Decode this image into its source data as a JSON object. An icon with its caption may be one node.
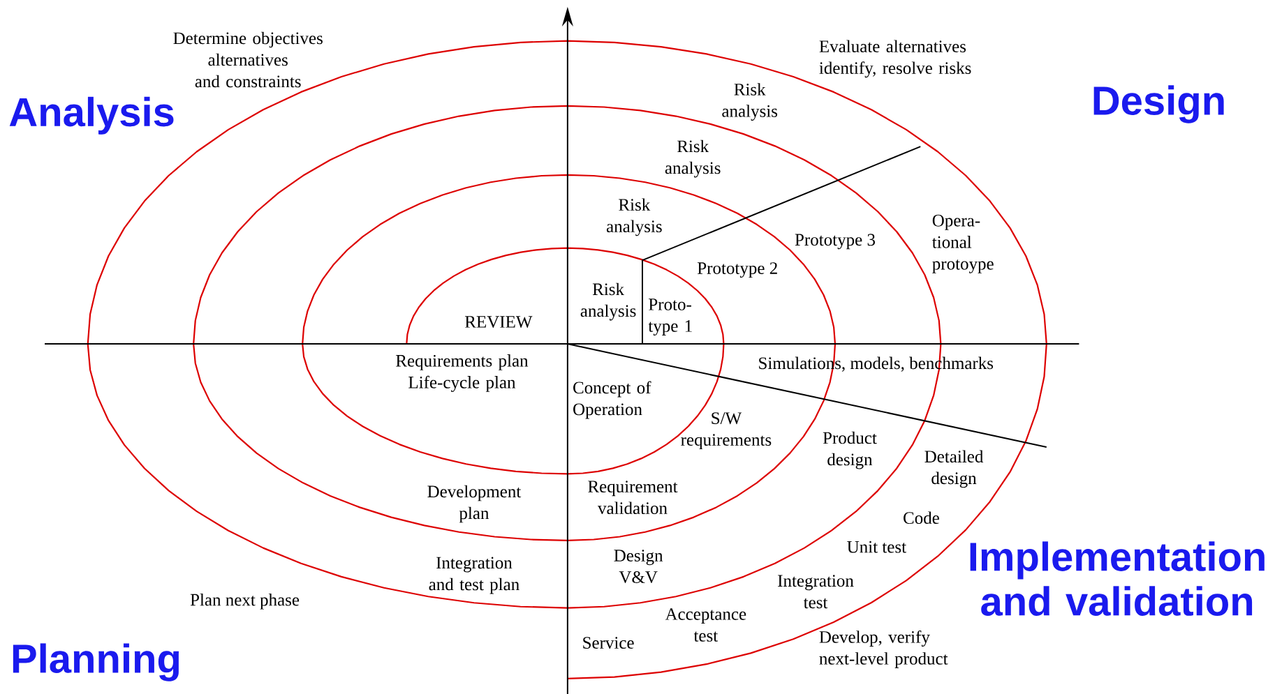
{
  "diagram": {
    "labels": [
      "Determine objectives alternatives and constraints",
      "Evaluate alternatives identify, resolve risks",
      "Analysis",
      "Design",
      "Risk analysis",
      "Risk analysis",
      "Risk analysis",
      "Opera- tional protoype",
      "Prototype 3",
      "Prototype 2",
      "Risk analysis",
      "Proto- type 1",
      "REVIEW",
      "Requirements plan Life-cycle plan",
      "Simulations, models, benchmarks",
      "Concept of Operation",
      "S/W requirements",
      "Product design",
      "Detailed design",
      "Development plan",
      "Requirement validation",
      "Code",
      "Unit test",
      "Implementation and validation",
      "Integration and test plan",
      "Design V&V",
      "Integration test",
      "Plan next phase",
      "Acceptance test",
      "Service",
      "Develop, verify next-level product",
      "Planning"
    ]
  }
}
